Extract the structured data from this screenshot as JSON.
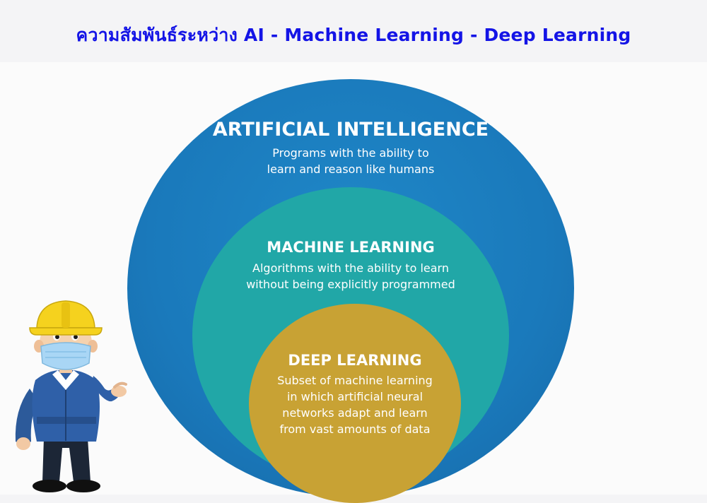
{
  "title": "ความสัมพันธ์ระหว่าง AI - Machine Learning - Deep Learning",
  "diagram": {
    "ai": {
      "title": "ARTIFICIAL INTELLIGENCE",
      "desc_lines": [
        "Programs with the ability to",
        "learn and reason like humans"
      ],
      "color": "#1a79bb"
    },
    "ml": {
      "title": "MACHINE LEARNING",
      "desc_lines": [
        "Algorithms with the ability to learn",
        "without being explicitly programmed"
      ],
      "color": "#21a7a7"
    },
    "dl": {
      "title": "DEEP LEARNING",
      "desc_lines": [
        "Subset of machine learning",
        "in which artificial neural",
        "networks adapt and learn",
        "from vast amounts of data"
      ],
      "color": "#c8a234"
    }
  },
  "colors": {
    "title": "#1414e6"
  },
  "mascot": {
    "icon": "engineer-mascot-icon"
  }
}
